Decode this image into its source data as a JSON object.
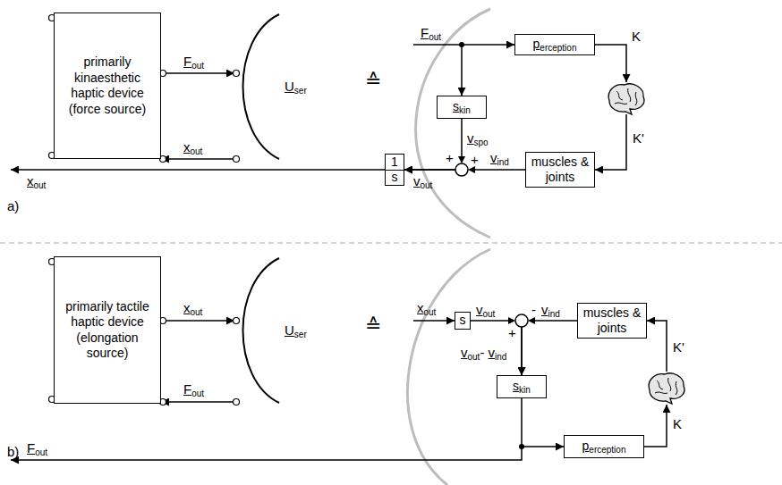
{
  "diagram": {
    "nodes": [
      {
        "text": [
          "primarily kinaesthetic haptic device (force source)"
        ]
      },
      {
        "text": [
          "User"
        ]
      },
      {
        "text": [
          "perception"
        ]
      },
      {
        "text": [
          "skin"
        ]
      },
      {
        "text": [
          "muscles & joints"
        ]
      },
      {
        "text": [
          "1",
          "s"
        ]
      },
      {
        "text": [
          "primarily tactile haptic device (elongation source)"
        ]
      },
      {
        "text": [
          "User"
        ]
      },
      {
        "text": [
          "s"
        ]
      },
      {
        "text": [
          "muscles & joints"
        ]
      },
      {
        "text": [
          "skin"
        ]
      },
      {
        "text": [
          "perception"
        ]
      }
    ],
    "edges": [
      {
        "from": 0,
        "to": 1,
        "arrow": "to",
        "label": "Fout"
      },
      {
        "from": 1,
        "to": 0,
        "arrow": "to",
        "label": "xout"
      },
      {
        "from": 3,
        "to": 5,
        "arrow": "to",
        "label": "vspo"
      },
      {
        "from": 4,
        "to": 5,
        "arrow": "to",
        "label": "vind"
      },
      {
        "from": 6,
        "to": 7,
        "arrow": "to",
        "label": "xout"
      },
      {
        "from": 7,
        "to": 6,
        "arrow": "to",
        "label": "Fout"
      },
      {
        "from": 8,
        "to": 10,
        "arrow": "to",
        "label": "vout"
      },
      {
        "from": 9,
        "to": 10,
        "arrow": "to",
        "label": "vind"
      },
      {
        "from": 10,
        "to": 11,
        "arrow": "to"
      }
    ],
    "labels": [
      "a)",
      "≙",
      "Fout",
      "K",
      "K'",
      "+",
      "+",
      "vout",
      "xout",
      "b)",
      "≙",
      "xout",
      "-",
      "+",
      "vout- vind",
      "K'",
      "K",
      "Fout"
    ]
  }
}
